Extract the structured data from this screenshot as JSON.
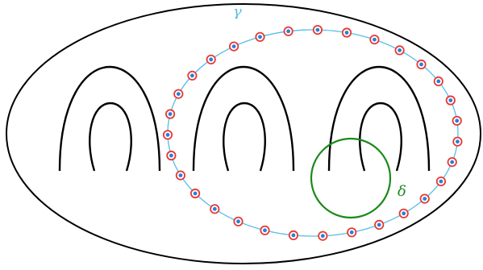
{
  "labels": {
    "gamma": "γ",
    "delta": "δ"
  },
  "colors": {
    "surface": "#000000",
    "gamma_curve": "#55bde6",
    "marker_ring": "#e53935",
    "marker_dot": "#2a7fd4",
    "delta_curve": "#1a8a1a"
  },
  "figure": {
    "genus": 3,
    "gamma_marker_count": 31
  }
}
